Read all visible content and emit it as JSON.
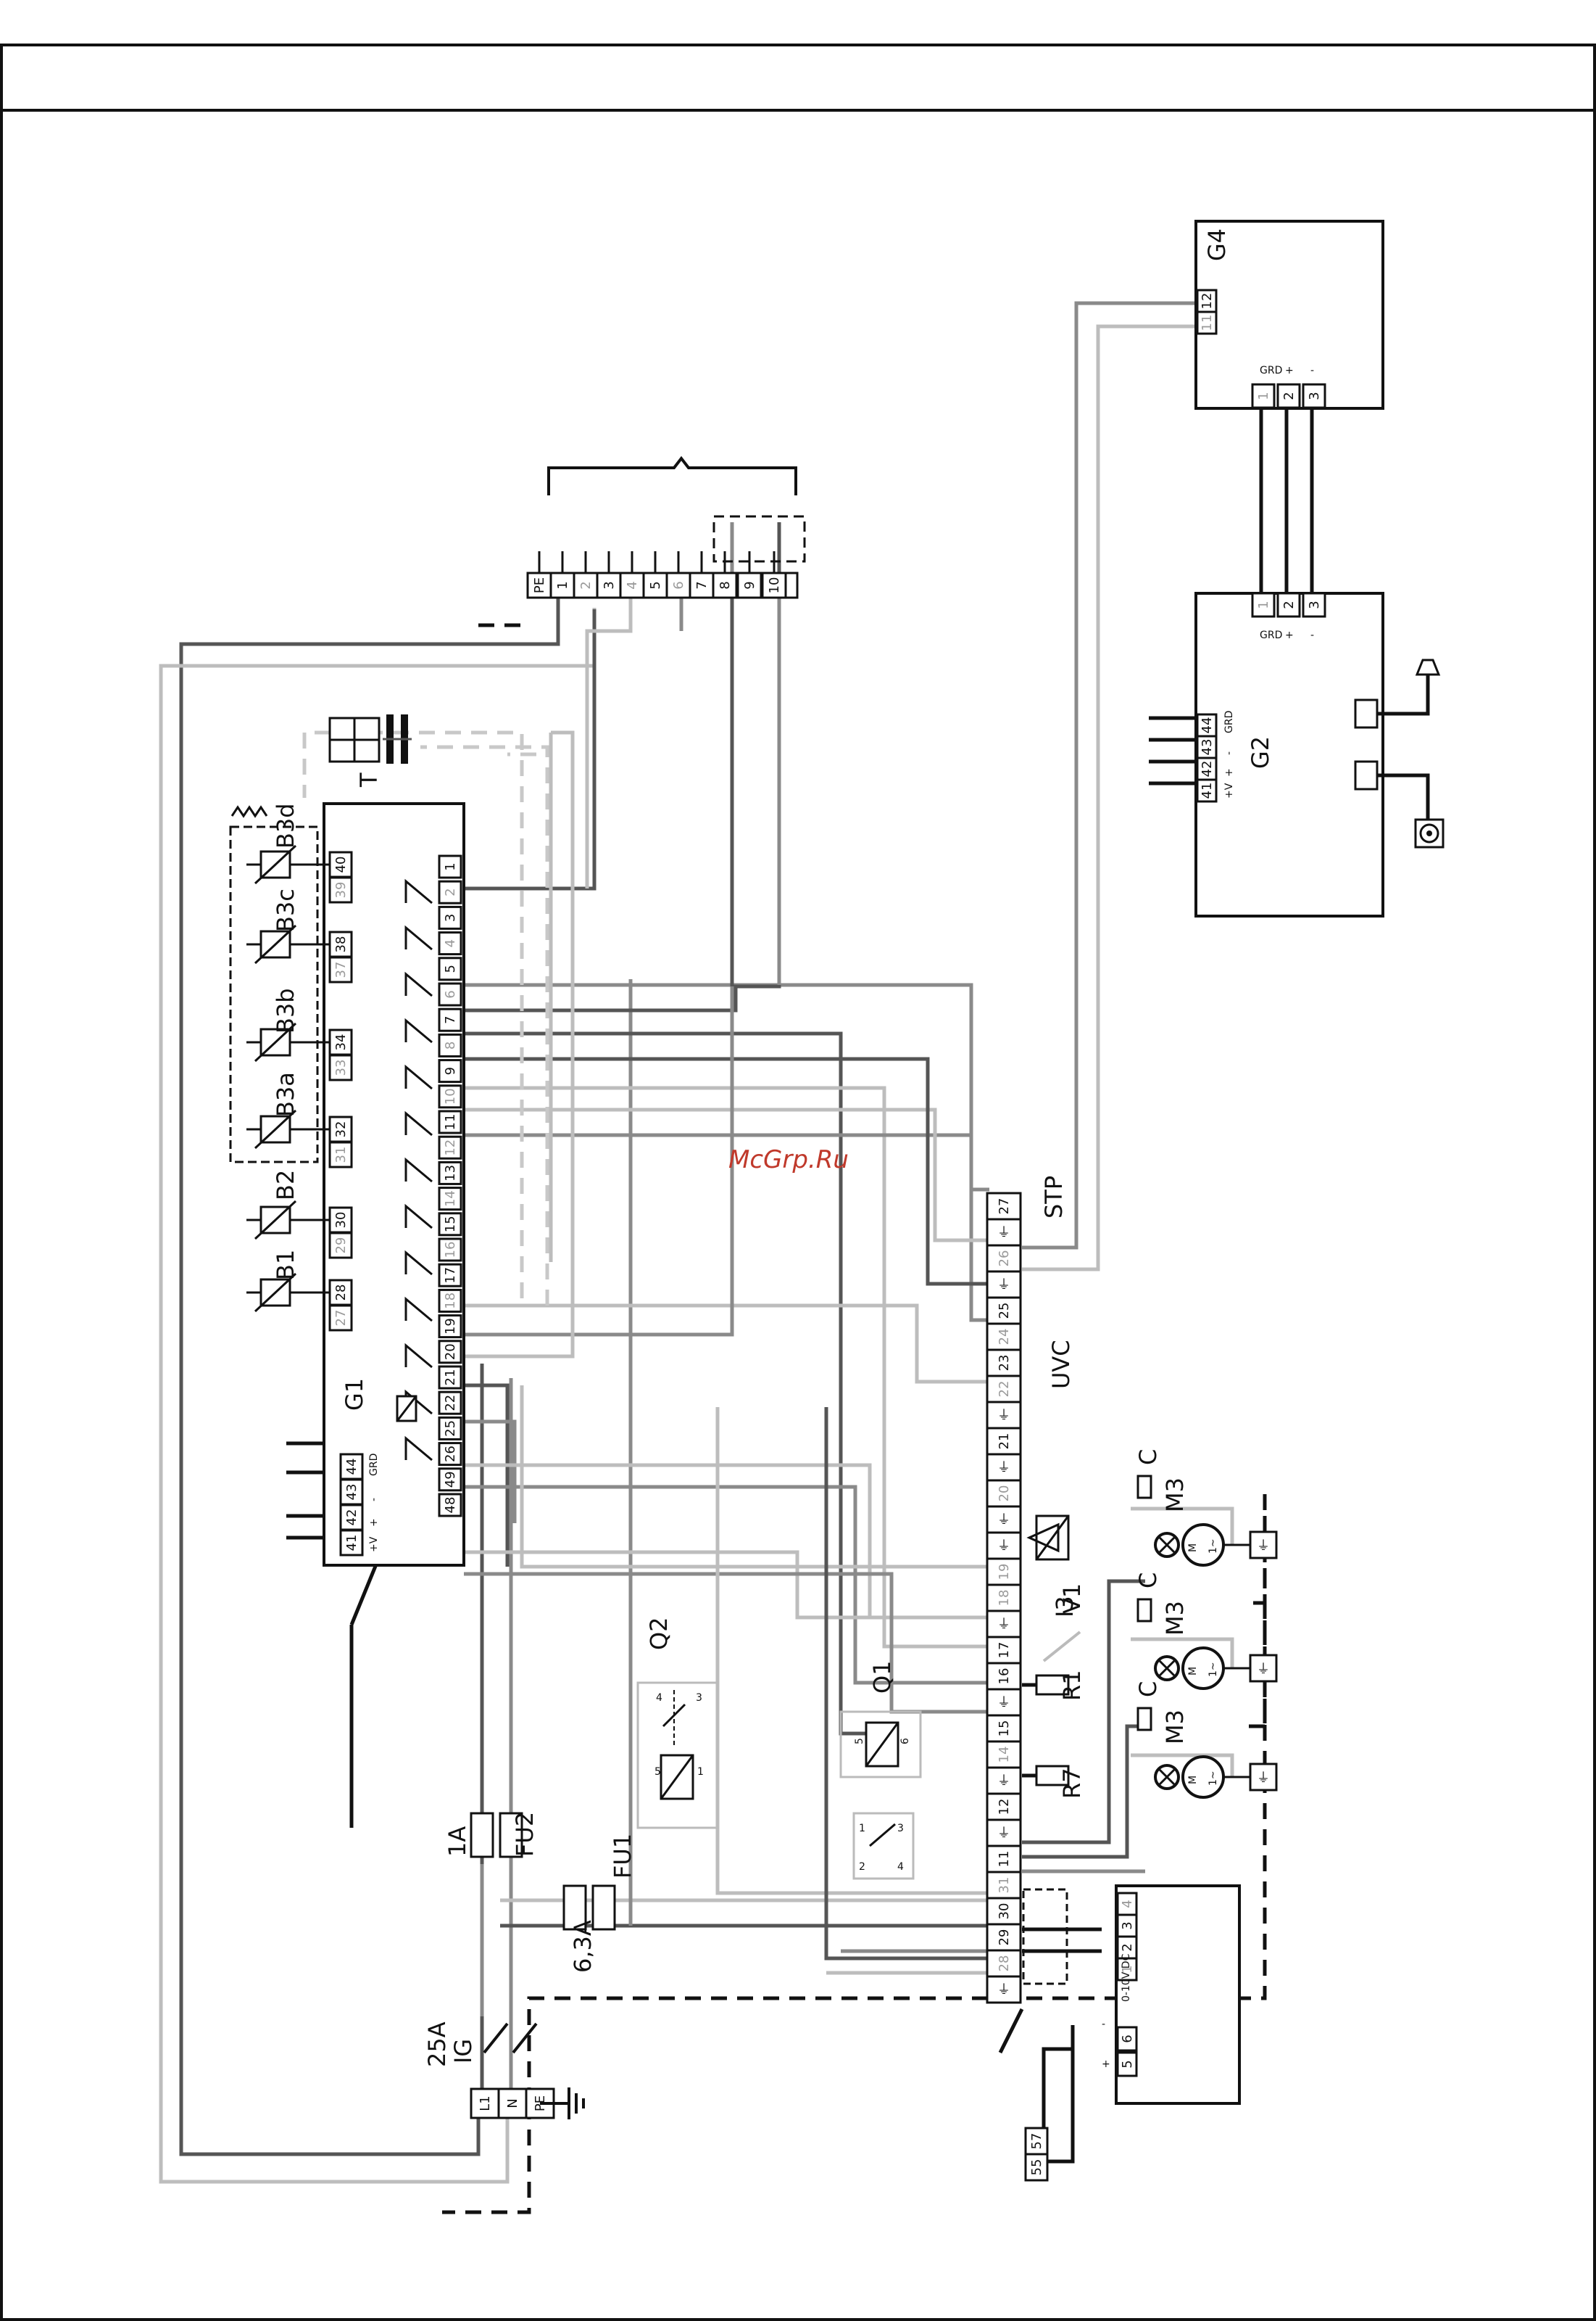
{
  "header": {
    "title": ""
  },
  "watermark": "McGrp.Ru",
  "labels": {
    "G1": "G1",
    "G2": "G2",
    "G4": "G4",
    "Q1": "Q1",
    "Q2": "Q2",
    "FU1": "FU1",
    "FU2": "FU2",
    "fu1_rating": "6,3A",
    "fu2_rating": "1A",
    "IG": "IG",
    "ig_rating": "25A",
    "T": "T",
    "STP": "STP",
    "UVC": "UVC",
    "I3": "I3",
    "V1": "V1",
    "R1": "R1",
    "R7": "R7",
    "B1": "B1",
    "B2": "B2",
    "B3a": "B3a",
    "B3b": "B3b",
    "B3c": "B3c",
    "B3d": "B3d",
    "M3": "M3",
    "C": "C",
    "M": "M",
    "mot_sym": "1~"
  },
  "mains": [
    "L1",
    "N",
    "PE"
  ],
  "top_strip": [
    "PE",
    "1",
    "2",
    "3",
    "4",
    "5",
    "6",
    "7",
    "8",
    "9",
    "10"
  ],
  "g1_sensor_pins": [
    "27",
    "28",
    "29",
    "30",
    "31",
    "32",
    "33",
    "34",
    "37",
    "38",
    "39",
    "40"
  ],
  "g1_bus": {
    "pins": [
      "41",
      "42",
      "43",
      "44"
    ],
    "signs": [
      "+V",
      "+",
      "-",
      "GRD"
    ]
  },
  "g1_right_pins": [
    "1",
    "2",
    "3",
    "4",
    "5",
    "6",
    "7",
    "8",
    "9",
    "10",
    "11",
    "12",
    "13",
    "14",
    "15",
    "16",
    "17",
    "18",
    "19",
    "20",
    "21",
    "22",
    "25",
    "26",
    "49",
    "48"
  ],
  "main_strip": [
    "27",
    "⏚",
    "26",
    "⏚",
    "25",
    "24",
    "23",
    "22",
    "⏚",
    "21",
    "⏚",
    "20",
    "⏚",
    "⏚",
    "19",
    "18",
    "⏚",
    "17",
    "16",
    "⏚",
    "15",
    "14",
    "⏚",
    "12",
    "⏚",
    "11",
    "31",
    "30",
    "29",
    "28",
    "⏚"
  ],
  "g2_pins": [
    "41",
    "42",
    "43",
    "44"
  ],
  "g2_signs": [
    "+V",
    "+",
    "-",
    "GRD"
  ],
  "g2_right": {
    "pins": [
      "1",
      "2",
      "3"
    ],
    "signs": [
      "GRD",
      "+",
      "-"
    ]
  },
  "g4_pins": {
    "top": [
      "11",
      "12"
    ],
    "bus": [
      "1",
      "2",
      "3"
    ],
    "signs": [
      "GRD",
      "+",
      "-"
    ]
  },
  "ctrl_box": {
    "pins": [
      "1",
      "2",
      "3",
      "4"
    ],
    "inputs": [
      "5",
      "6"
    ],
    "signal": "0-10V DC",
    "plus": "+",
    "minus": "-"
  },
  "q1_contacts": [
    "5",
    "6"
  ],
  "q2_contacts": [
    "4",
    "3",
    "5",
    "1"
  ],
  "relay_contacts": [
    "1",
    "3",
    "2",
    "4"
  ],
  "ext_pins": [
    "55",
    "57"
  ]
}
